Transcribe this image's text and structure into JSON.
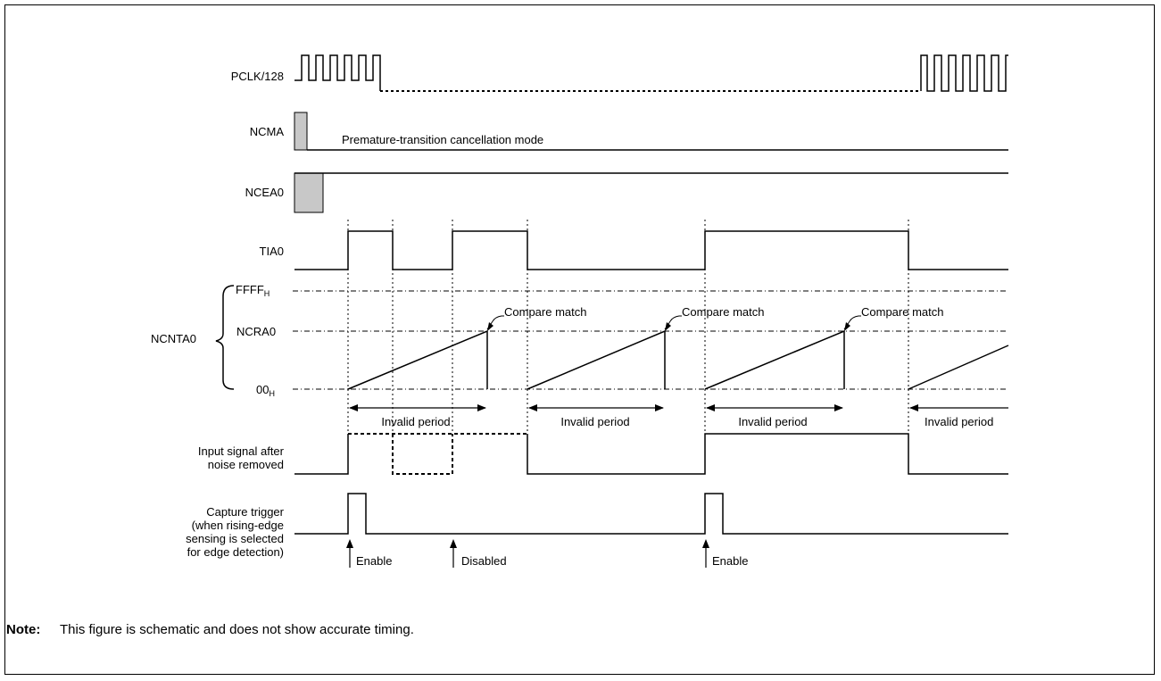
{
  "signals": {
    "pclk": "PCLK/128",
    "ncma": "NCMA",
    "ncea0": "NCEA0",
    "tia0": "TIA0",
    "ncnta0": "NCNTA0",
    "ffff_base": "FFFF",
    "ffff_sub": "H",
    "ncra0": "NCRA0",
    "zero_base": "00",
    "zero_sub": "H",
    "input_line1": "Input signal after",
    "input_line2": "noise removed",
    "capture_line1": "Capture trigger",
    "capture_line2": "(when rising-edge",
    "capture_line3": "sensing is selected",
    "capture_line4": "for edge detection)"
  },
  "annotations": {
    "mode": "Premature-transition cancellation mode",
    "compare_match": "Compare match",
    "invalid_period": "Invalid period",
    "enable": "Enable",
    "disabled": "Disabled"
  },
  "note": {
    "label": "Note:",
    "text": "This figure is schematic and does not show accurate timing."
  }
}
